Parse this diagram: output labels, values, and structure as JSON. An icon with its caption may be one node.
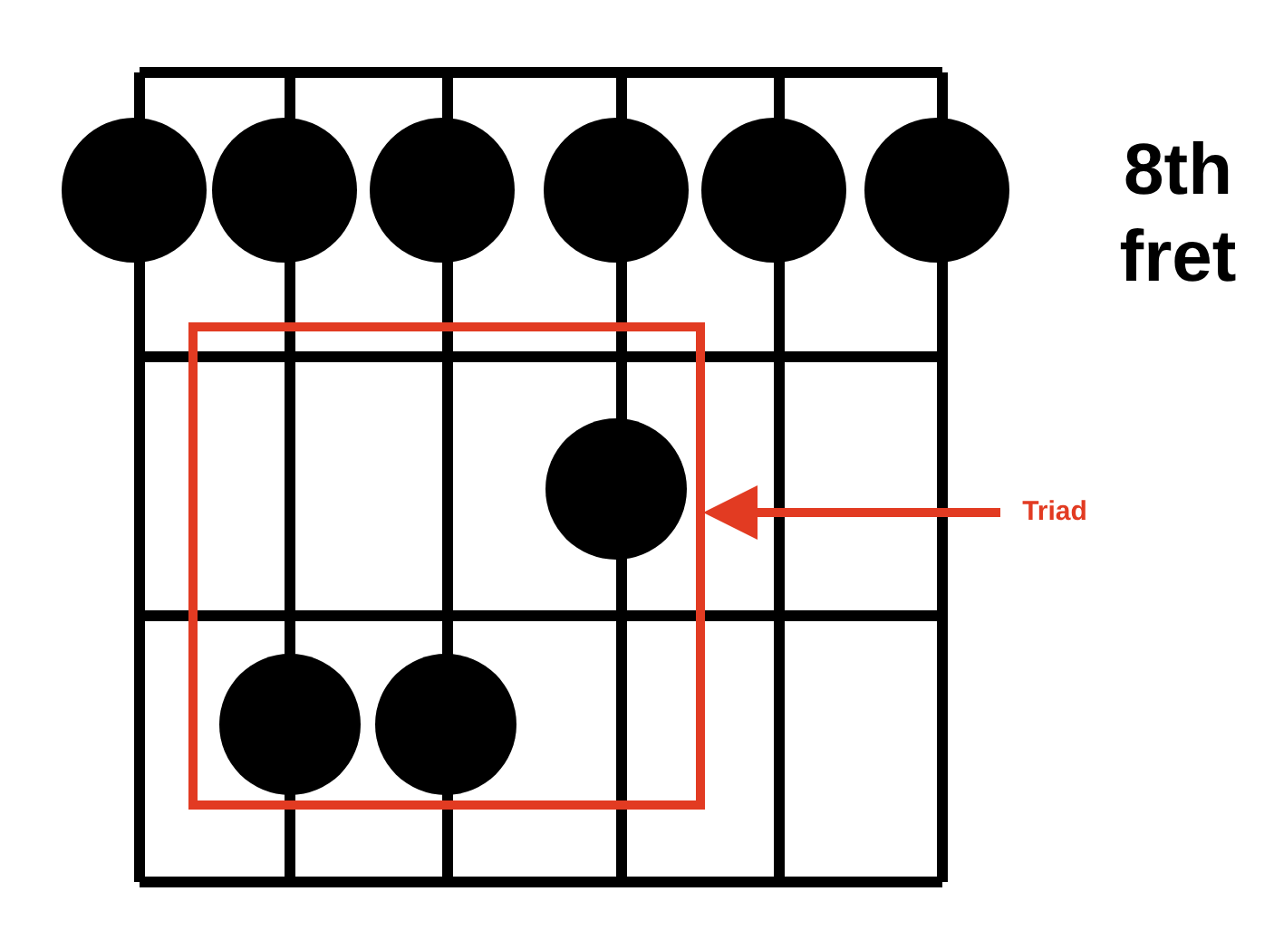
{
  "diagram": {
    "nodes": [
      {
        "text": [
          "Triad"
        ]
      },
      {
        "text": [],
        "shape": "box"
      }
    ],
    "edges": [
      {
        "from": 0,
        "to": 1,
        "arrow": "to"
      }
    ],
    "labels": [
      "8th fret"
    ]
  }
}
